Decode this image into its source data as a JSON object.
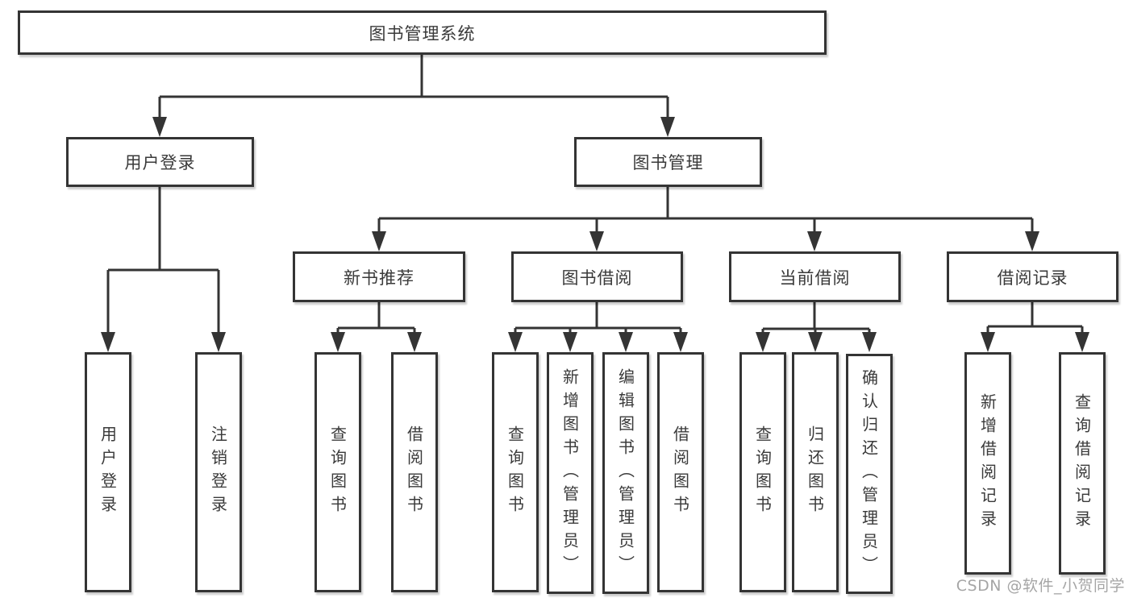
{
  "diagram_type": "tree",
  "colors": {
    "background": "#ffffff",
    "line": "#343434",
    "box_border": "#343434",
    "text": "#3a3a3a",
    "watermark": "#9c9c9c"
  },
  "watermark": "CSDN @软件_小贺同学",
  "tree": {
    "label": "图书管理系统",
    "children": [
      {
        "label": "用户登录",
        "children": [
          {
            "label": "用户登录"
          },
          {
            "label": "注销登录"
          }
        ]
      },
      {
        "label": "图书管理",
        "children": [
          {
            "label": "新书推荐",
            "children": [
              {
                "label": "查询图书"
              },
              {
                "label": "借阅图书"
              }
            ]
          },
          {
            "label": "图书借阅",
            "children": [
              {
                "label": "查询图书"
              },
              {
                "label": "新增图书（管理员）"
              },
              {
                "label": "编辑图书（管理员）"
              },
              {
                "label": "借阅图书"
              }
            ]
          },
          {
            "label": "当前借阅",
            "children": [
              {
                "label": "查询图书"
              },
              {
                "label": "归还图书"
              },
              {
                "label": "确认归还（管理员）"
              }
            ]
          },
          {
            "label": "借阅记录",
            "children": [
              {
                "label": "新增借阅记录"
              },
              {
                "label": "查询借阅记录"
              }
            ]
          }
        ]
      }
    ]
  }
}
